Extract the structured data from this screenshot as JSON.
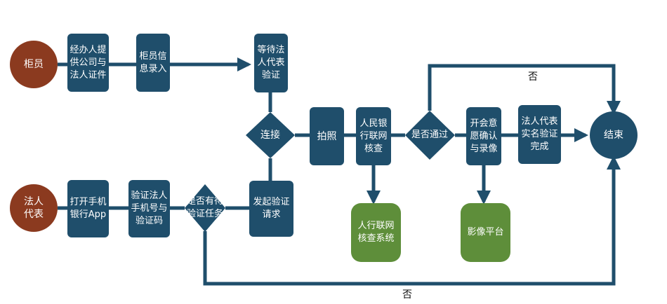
{
  "colors": {
    "box": "#1F4E6B",
    "actor": "#8B3A1F",
    "system": "#5E8E3A",
    "line": "#1F4E6B",
    "background": "#FFFFFF"
  },
  "actors": {
    "teller": "柜员",
    "legal_rep": "法人\n代表"
  },
  "nodes": {
    "provide_docs": "经办人提\n供公司与\n法人证件",
    "teller_entry": "柜员信\n息录入",
    "wait_rep": "等待法\n人代表\n验证",
    "connect": "连接",
    "photo": "拍照",
    "pboc_check": "人民银\n行联网\n核查",
    "passed": "是否通过",
    "willingness": "开会意\n愿确认\n与录像",
    "real_name": "法人代表\n实名验证\n完成",
    "end": "结束",
    "open_app": "打开手机\n银行App",
    "verify_phone": "验证法人\n手机号与\n验证码",
    "has_task": "是否有待\n验证任务",
    "start_verify": "发起验证\n请求",
    "pboc_system": "人行联网\n核查系统",
    "image_platform": "影像平台"
  },
  "edge_labels": {
    "no_top": "否",
    "no_bottom": "否"
  }
}
